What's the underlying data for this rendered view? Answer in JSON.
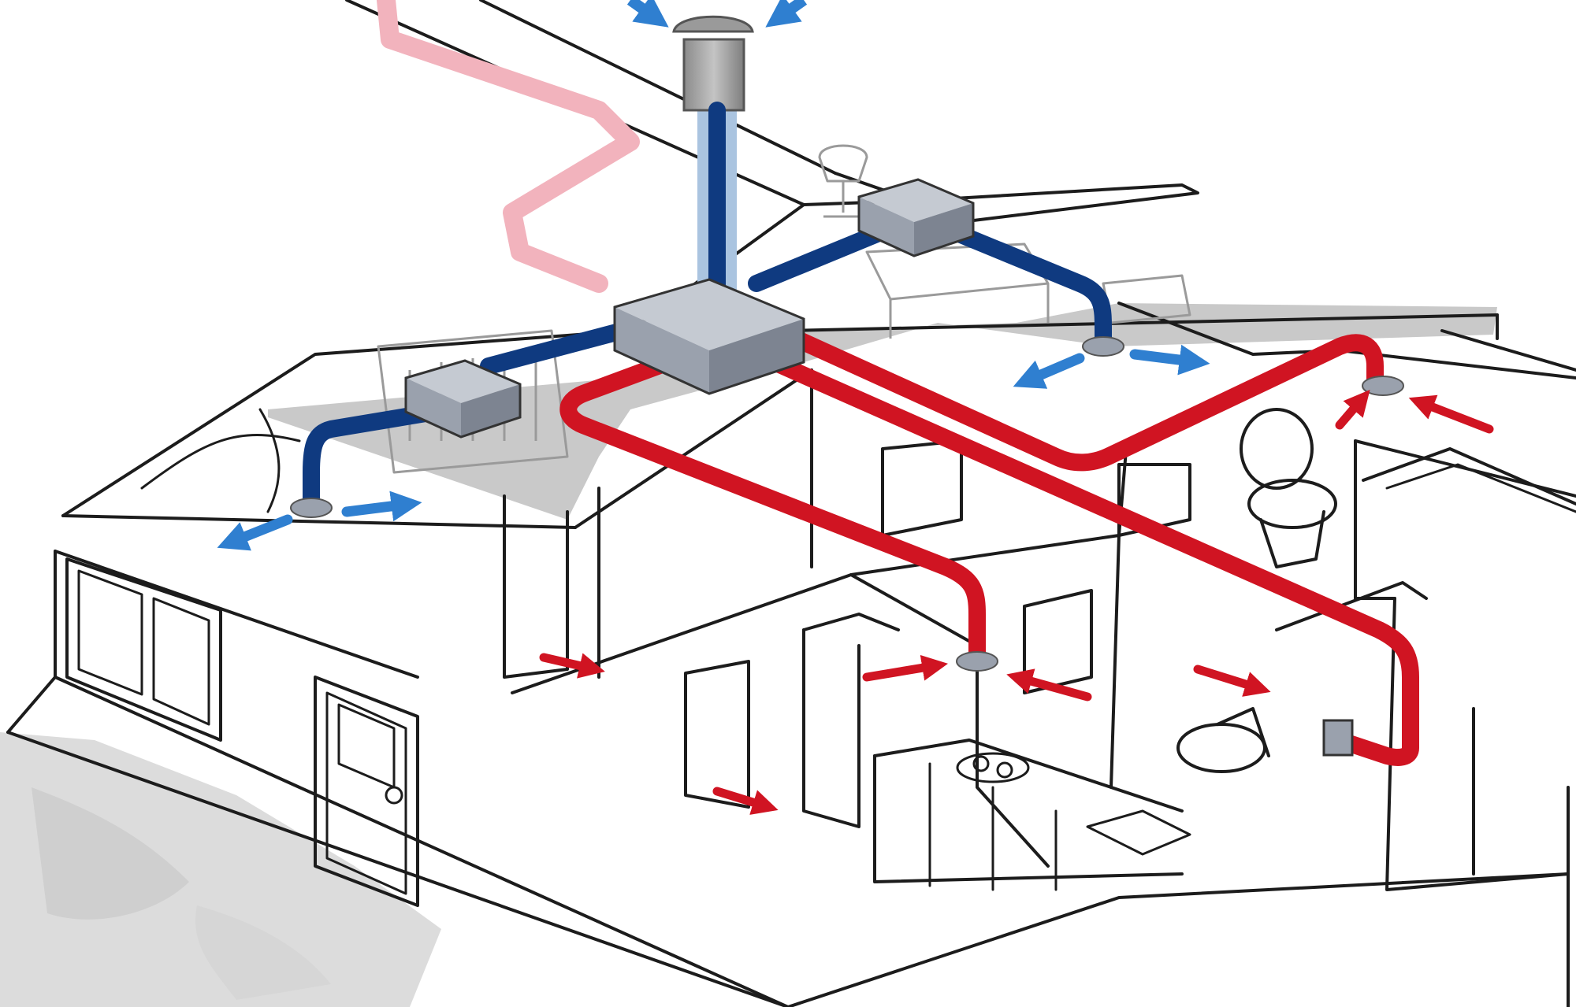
{
  "diagram": {
    "colors": {
      "supply_duct": "#0f3a80",
      "exhaust_duct": "#d01422",
      "outdoor_exhaust_duct": "#f2b3bd",
      "supply_arrow": "#2f7fd0",
      "exhaust_arrow": "#d01422",
      "unit_body": "#9aa1ad",
      "roof_slab": "#c9c9c9",
      "ground_shadow": "#dcdcdc"
    },
    "icons": {
      "central_unit": "air-handling-unit-icon",
      "branch_box": "distribution-box-icon",
      "roof_vent": "roof-vent-icon",
      "diffuser": "ceiling-diffuser-icon",
      "wall_grille": "wall-grille-icon"
    },
    "flow": {
      "supply": "fresh-air-supply",
      "extract": "stale-air-extract",
      "discharge": "outdoor-discharge"
    }
  }
}
